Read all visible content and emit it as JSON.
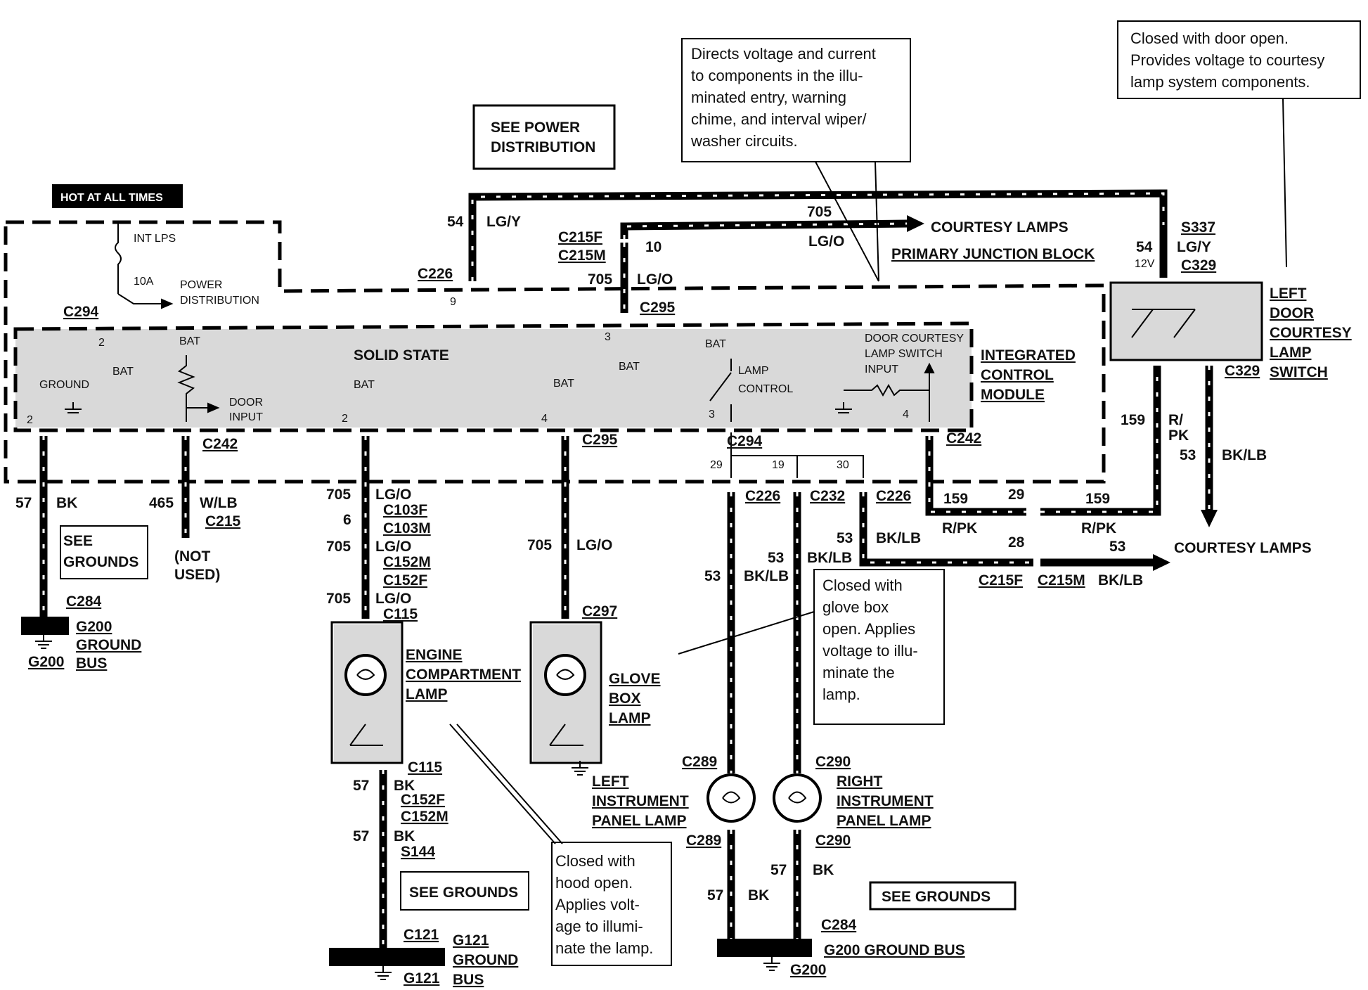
{
  "notes": {
    "power_distribution": [
      "SEE POWER",
      "DISTRIBUTION"
    ],
    "primary_junction": [
      "Directs voltage and current",
      "to components in the  illu-",
      "minated entry, warning",
      "chime, and interval wiper/",
      "washer circuits."
    ],
    "door_open": [
      "Closed with door open.",
      "Provides voltage to courtesy",
      "lamp system components."
    ],
    "glove_box": [
      "Closed with",
      "glove box",
      "open.  Applies",
      "voltage to illu-",
      "minate the",
      "lamp."
    ],
    "hood": [
      "Closed with",
      "hood open.",
      "Applies volt-",
      "age to illumi-",
      "nate the lamp."
    ]
  },
  "labels": {
    "hot_at_all_times": "HOT AT ALL TIMES",
    "int_lps": "INT LPS",
    "fuse_10a": "10A",
    "power_distribution": [
      "POWER",
      "DISTRIBUTION"
    ],
    "solid_state": "SOLID STATE",
    "ground": "GROUND",
    "bat": "BAT",
    "door_input": [
      "DOOR",
      "INPUT"
    ],
    "lamp_control": [
      "LAMP",
      "CONTROL"
    ],
    "door_courtesy_switch_input": [
      "DOOR COURTESY",
      "LAMP SWITCH",
      "INPUT"
    ],
    "integrated_control_module": [
      "INTEGRATED",
      "CONTROL",
      "MODULE"
    ],
    "primary_junction_block": "PRIMARY JUNCTION BLOCK",
    "courtesy_lamps": "COURTESY LAMPS",
    "left_door_courtesy_lamp_switch": [
      "LEFT",
      "DOOR",
      "COURTESY",
      "LAMP",
      "SWITCH"
    ],
    "see_grounds": [
      "SEE",
      "GROUNDS"
    ],
    "see_grounds_single": "SEE GROUNDS",
    "not_used": [
      "(NOT",
      "USED)"
    ],
    "g200_ground_bus": [
      "G200",
      "GROUND",
      "BUS"
    ],
    "g200_ground_bus_inline": "G200 GROUND BUS",
    "engine_compartment_lamp": [
      "ENGINE",
      "COMPARTMENT",
      "LAMP"
    ],
    "glove_box_lamp": [
      "GLOVE",
      "BOX",
      "LAMP"
    ],
    "left_instrument_panel_lamp": [
      "LEFT",
      "INSTRUMENT",
      "PANEL LAMP"
    ],
    "right_instrument_panel_lamp": [
      "RIGHT",
      "INSTRUMENT",
      "PANEL LAMP"
    ],
    "g121_ground_bus": [
      "G121",
      "GROUND",
      "BUS"
    ],
    "v12": "12V"
  },
  "connectors": {
    "c294": "C294",
    "c226": "C226",
    "c215f": "C215F",
    "c215m": "C215M",
    "c295": "C295",
    "c242": "C242",
    "c215": "C215",
    "c103f": "C103F",
    "c103m": "C103M",
    "c152m": "C152M",
    "c152f": "C152F",
    "c115": "C115",
    "c297": "C297",
    "c232": "C232",
    "c289": "C289",
    "c290": "C290",
    "c284": "C284",
    "c121": "C121",
    "c329": "C329",
    "s337": "S337",
    "s144": "S144",
    "g200": "G200",
    "g121": "G121"
  },
  "wires": {
    "w54": "54",
    "lgy": "LG/Y",
    "w705": "705",
    "lgo": "LG/O",
    "w10": "10",
    "w9": "9",
    "w57": "57",
    "bk": "BK",
    "w465": "465",
    "wlb": "W/LB",
    "w6": "6",
    "w53": "53",
    "bklb": "BK/LB",
    "w159": "159",
    "rpk": "R/PK",
    "rslash": "R/",
    "pk": "PK",
    "w29": "29",
    "w28": "28",
    "w19": "19",
    "w30": "30",
    "w2": "2",
    "w3": "3",
    "w4": "4"
  },
  "colors": {
    "ink": "#000000",
    "shade": "#d9d9d9",
    "paper": "#ffffff"
  }
}
